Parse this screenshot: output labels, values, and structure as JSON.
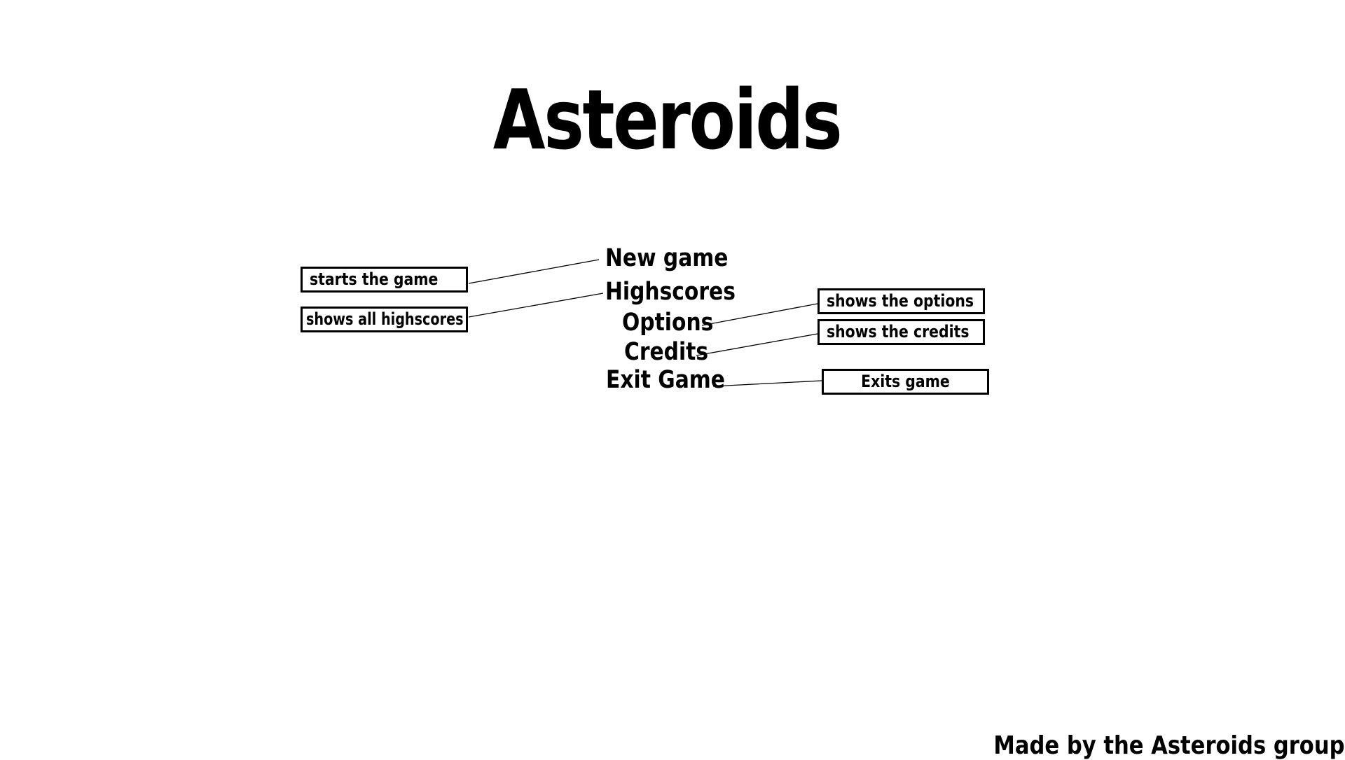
{
  "title": "Asteroids",
  "menu": {
    "new_game": "New game",
    "highscores": "Highscores",
    "options": "Options",
    "credits": "Credits",
    "exit_game": "Exit Game"
  },
  "notes": {
    "new_game": "starts the game",
    "highscores": "shows all highscores",
    "options": "shows the options",
    "credits": "shows the credits",
    "exit_game": "Exits game"
  },
  "footer": "Made by the Asteroids group",
  "colors": {
    "background": "#ffffff",
    "ink": "#000000"
  }
}
